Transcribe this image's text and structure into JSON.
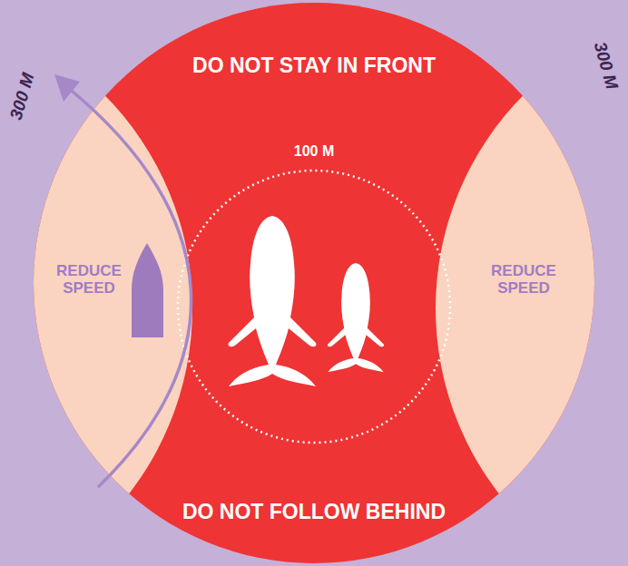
{
  "diagram": {
    "nodes": [
      {
        "text": [
          "DO NOT STAY IN FRONT",
          "DO NOT FOLLOW BEHIND"
        ]
      },
      {
        "text": [
          "REDUCE SPEED"
        ],
        "in": 0
      },
      {
        "text": [
          "REDUCE SPEED"
        ],
        "in": 0
      },
      {
        "text": [
          "100 M"
        ],
        "in": 0
      }
    ],
    "labels": [
      "300 M",
      "300 M"
    ]
  }
}
